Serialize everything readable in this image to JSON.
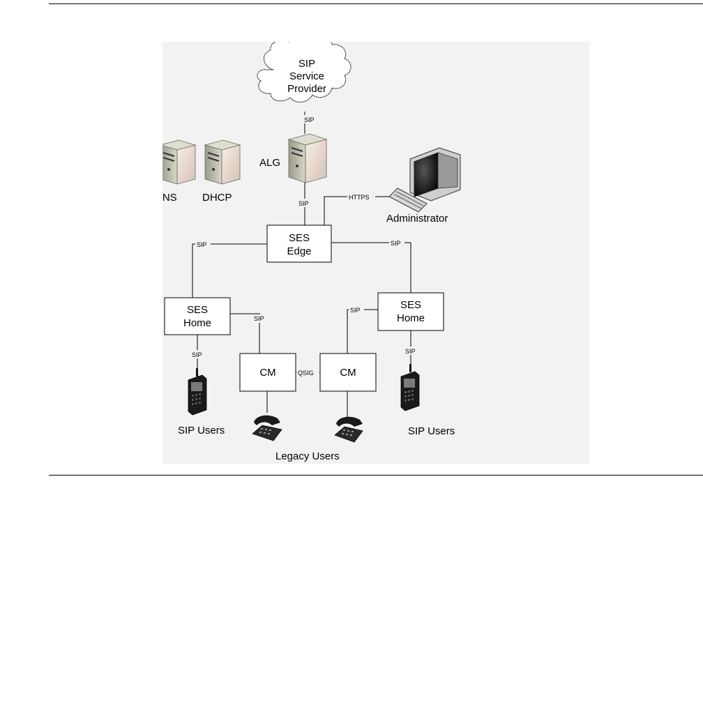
{
  "cloud": {
    "line1": "SIP",
    "line2": "Service",
    "line3": "Provider"
  },
  "alg": {
    "label": "ALG"
  },
  "dns": {
    "label": "DNS"
  },
  "dhcp": {
    "label": "DHCP"
  },
  "administrator": {
    "label": "Administrator"
  },
  "ses_edge": {
    "line1": "SES",
    "line2": "Edge"
  },
  "ses_home_left": {
    "line1": "SES",
    "line2": "Home"
  },
  "ses_home_right": {
    "line1": "SES",
    "line2": "Home"
  },
  "cm_left": {
    "label": "CM"
  },
  "cm_right": {
    "label": "CM"
  },
  "sip_users_left": {
    "label": "SIP Users"
  },
  "sip_users_right": {
    "label": "SIP Users"
  },
  "legacy_users": {
    "label": "Legacy Users"
  },
  "links": {
    "cloud_alg": "SIP",
    "alg_edge": "SIP",
    "edge_admin": "HTTPS",
    "edge_home_left": "SIP",
    "edge_home_right": "SIP",
    "home_left_cm": "SIP",
    "home_right_cm": "SIP",
    "home_left_phone": "SIP",
    "home_right_phone": "SIP",
    "cm_cm": "QSIG"
  },
  "colors": {
    "panel_background": "#f2f2f2",
    "server_body": "#c9c9b8",
    "server_face": "#e8dcd0",
    "monitor_screen": "#111111"
  }
}
